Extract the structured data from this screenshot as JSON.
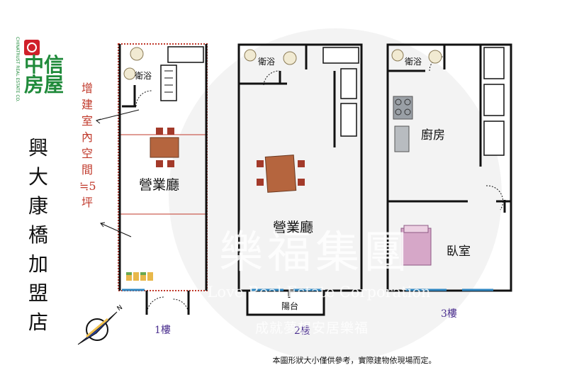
{
  "logo": {
    "name": "中信房屋",
    "english": "CHINATRUST REAL ESTATE CO."
  },
  "store_title": "興大康橋加盟店",
  "extension_note": "增建室內空間≒5坪",
  "floors": [
    {
      "label": "1樓",
      "rooms": [
        {
          "name": "衛浴"
        },
        {
          "name": "營業廳"
        }
      ]
    },
    {
      "label": "2樓",
      "rooms": [
        {
          "name": "衛浴"
        },
        {
          "name": "營業廳"
        },
        {
          "name": "陽台"
        }
      ]
    },
    {
      "label": "3樓",
      "rooms": [
        {
          "name": "衛浴"
        },
        {
          "name": "廚房"
        },
        {
          "name": "臥室"
        }
      ]
    }
  ],
  "compass": {
    "north_label": "N"
  },
  "disclaimer": "本圖形狀大小僅供參考，實際建物依現場而定。",
  "watermark": {
    "name": "樂福集團",
    "english": "Love Real Estate Corporation",
    "slogan": "成就夢想安居樂福"
  },
  "colors": {
    "wall": "#111111",
    "extension_line": "#c0392b",
    "logo_green": "#1f8a3a",
    "logo_red": "#d0202a",
    "floor_label": "#4b2f8f",
    "window": "#2e86c1"
  }
}
